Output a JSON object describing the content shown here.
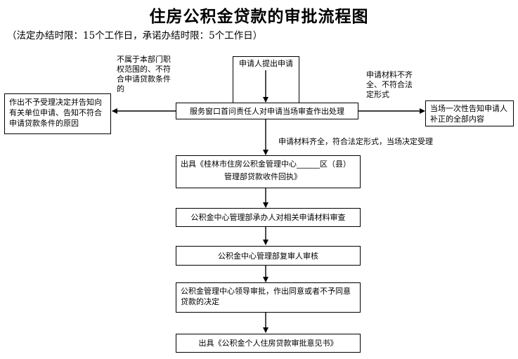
{
  "title": "住房公积金贷款的审批流程图",
  "subtitle": "（法定办结时限：15个工作日，承诺办结时限：5个工作日）",
  "steps": {
    "apply": "申请人提出申请",
    "review": "服务窗口首问责任人对申请当场审查作出处理",
    "receipt_line1": "出具《桂林市住房公积金管理中心______区（县）",
    "receipt_line2": "管理部贷款收件回执》",
    "handler_review": "公积金中心管理部承办人对相关申请材料审查",
    "recheck": "公积金中心管理部复审人审核",
    "leader_approval": "公积金管理中心领导审批，作出同意或者不予同意贷款的决定",
    "opinion": "出具《公积金个人住房贷款审批意见书》"
  },
  "branches": {
    "reject_condition": "不属于本部门职权范围的、不符合申请贷款条件的",
    "reject_result": "作出不予受理决定并告知向有关单位申请、告知不符合申请贷款条件的原因",
    "incomplete_condition": "申请材料不齐全、不符合法定形式",
    "incomplete_result": "当场一次性告知申请人补正的全部内容",
    "accept_condition": "申请材料齐全，符合法定形式，当场决定受理"
  }
}
